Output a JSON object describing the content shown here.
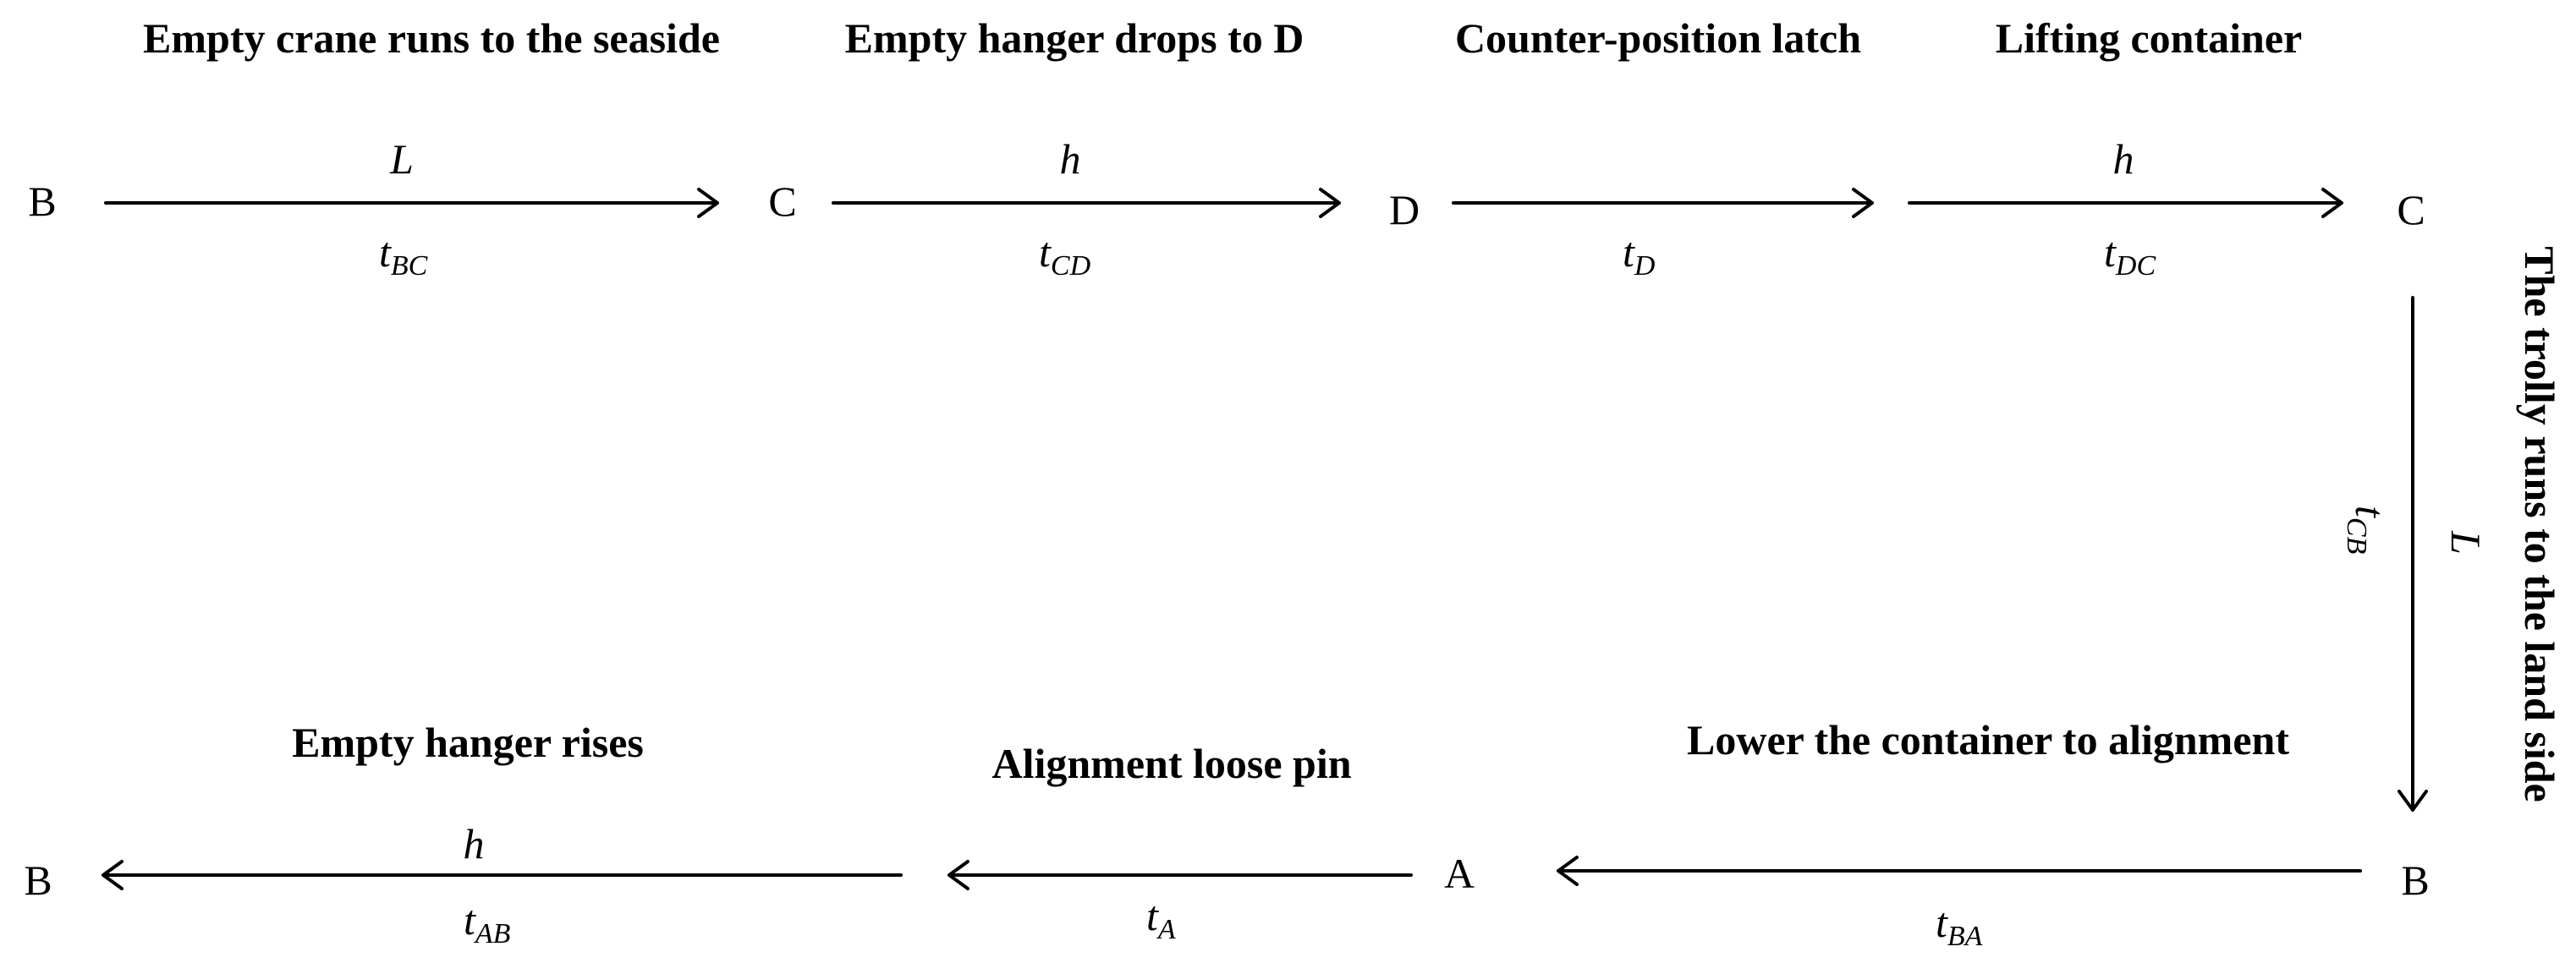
{
  "stages": {
    "bc": {
      "title": "Empty crane runs to the seaside",
      "over": "L",
      "under_base": "t",
      "under_sub": "BC"
    },
    "cd": {
      "title": "Empty hanger drops to D",
      "over": "h",
      "under_base": "t",
      "under_sub": "CD"
    },
    "d": {
      "title": "Counter-position latch",
      "under_base": "t",
      "under_sub": "D"
    },
    "dc": {
      "title": "Lifting container",
      "over": "h",
      "under_base": "t",
      "under_sub": "DC"
    },
    "cb": {
      "title": "The trolly  runs to the land side",
      "over": "L",
      "under_base": "t",
      "under_sub": "CB"
    },
    "ba": {
      "title": "Lower the container to alignment",
      "under_base": "t",
      "under_sub": "BA"
    },
    "a": {
      "title": "Alignment loose pin",
      "under_base": "t",
      "under_sub": "A"
    },
    "ab": {
      "title": "Empty hanger rises",
      "over": "h",
      "under_base": "t",
      "under_sub": "AB"
    }
  },
  "nodes": {
    "top_b": "B",
    "top_c": "C",
    "top_d": "D",
    "top_c2": "C",
    "bottom_b_right": "B",
    "bottom_a": "A",
    "bottom_b_left": "B"
  }
}
